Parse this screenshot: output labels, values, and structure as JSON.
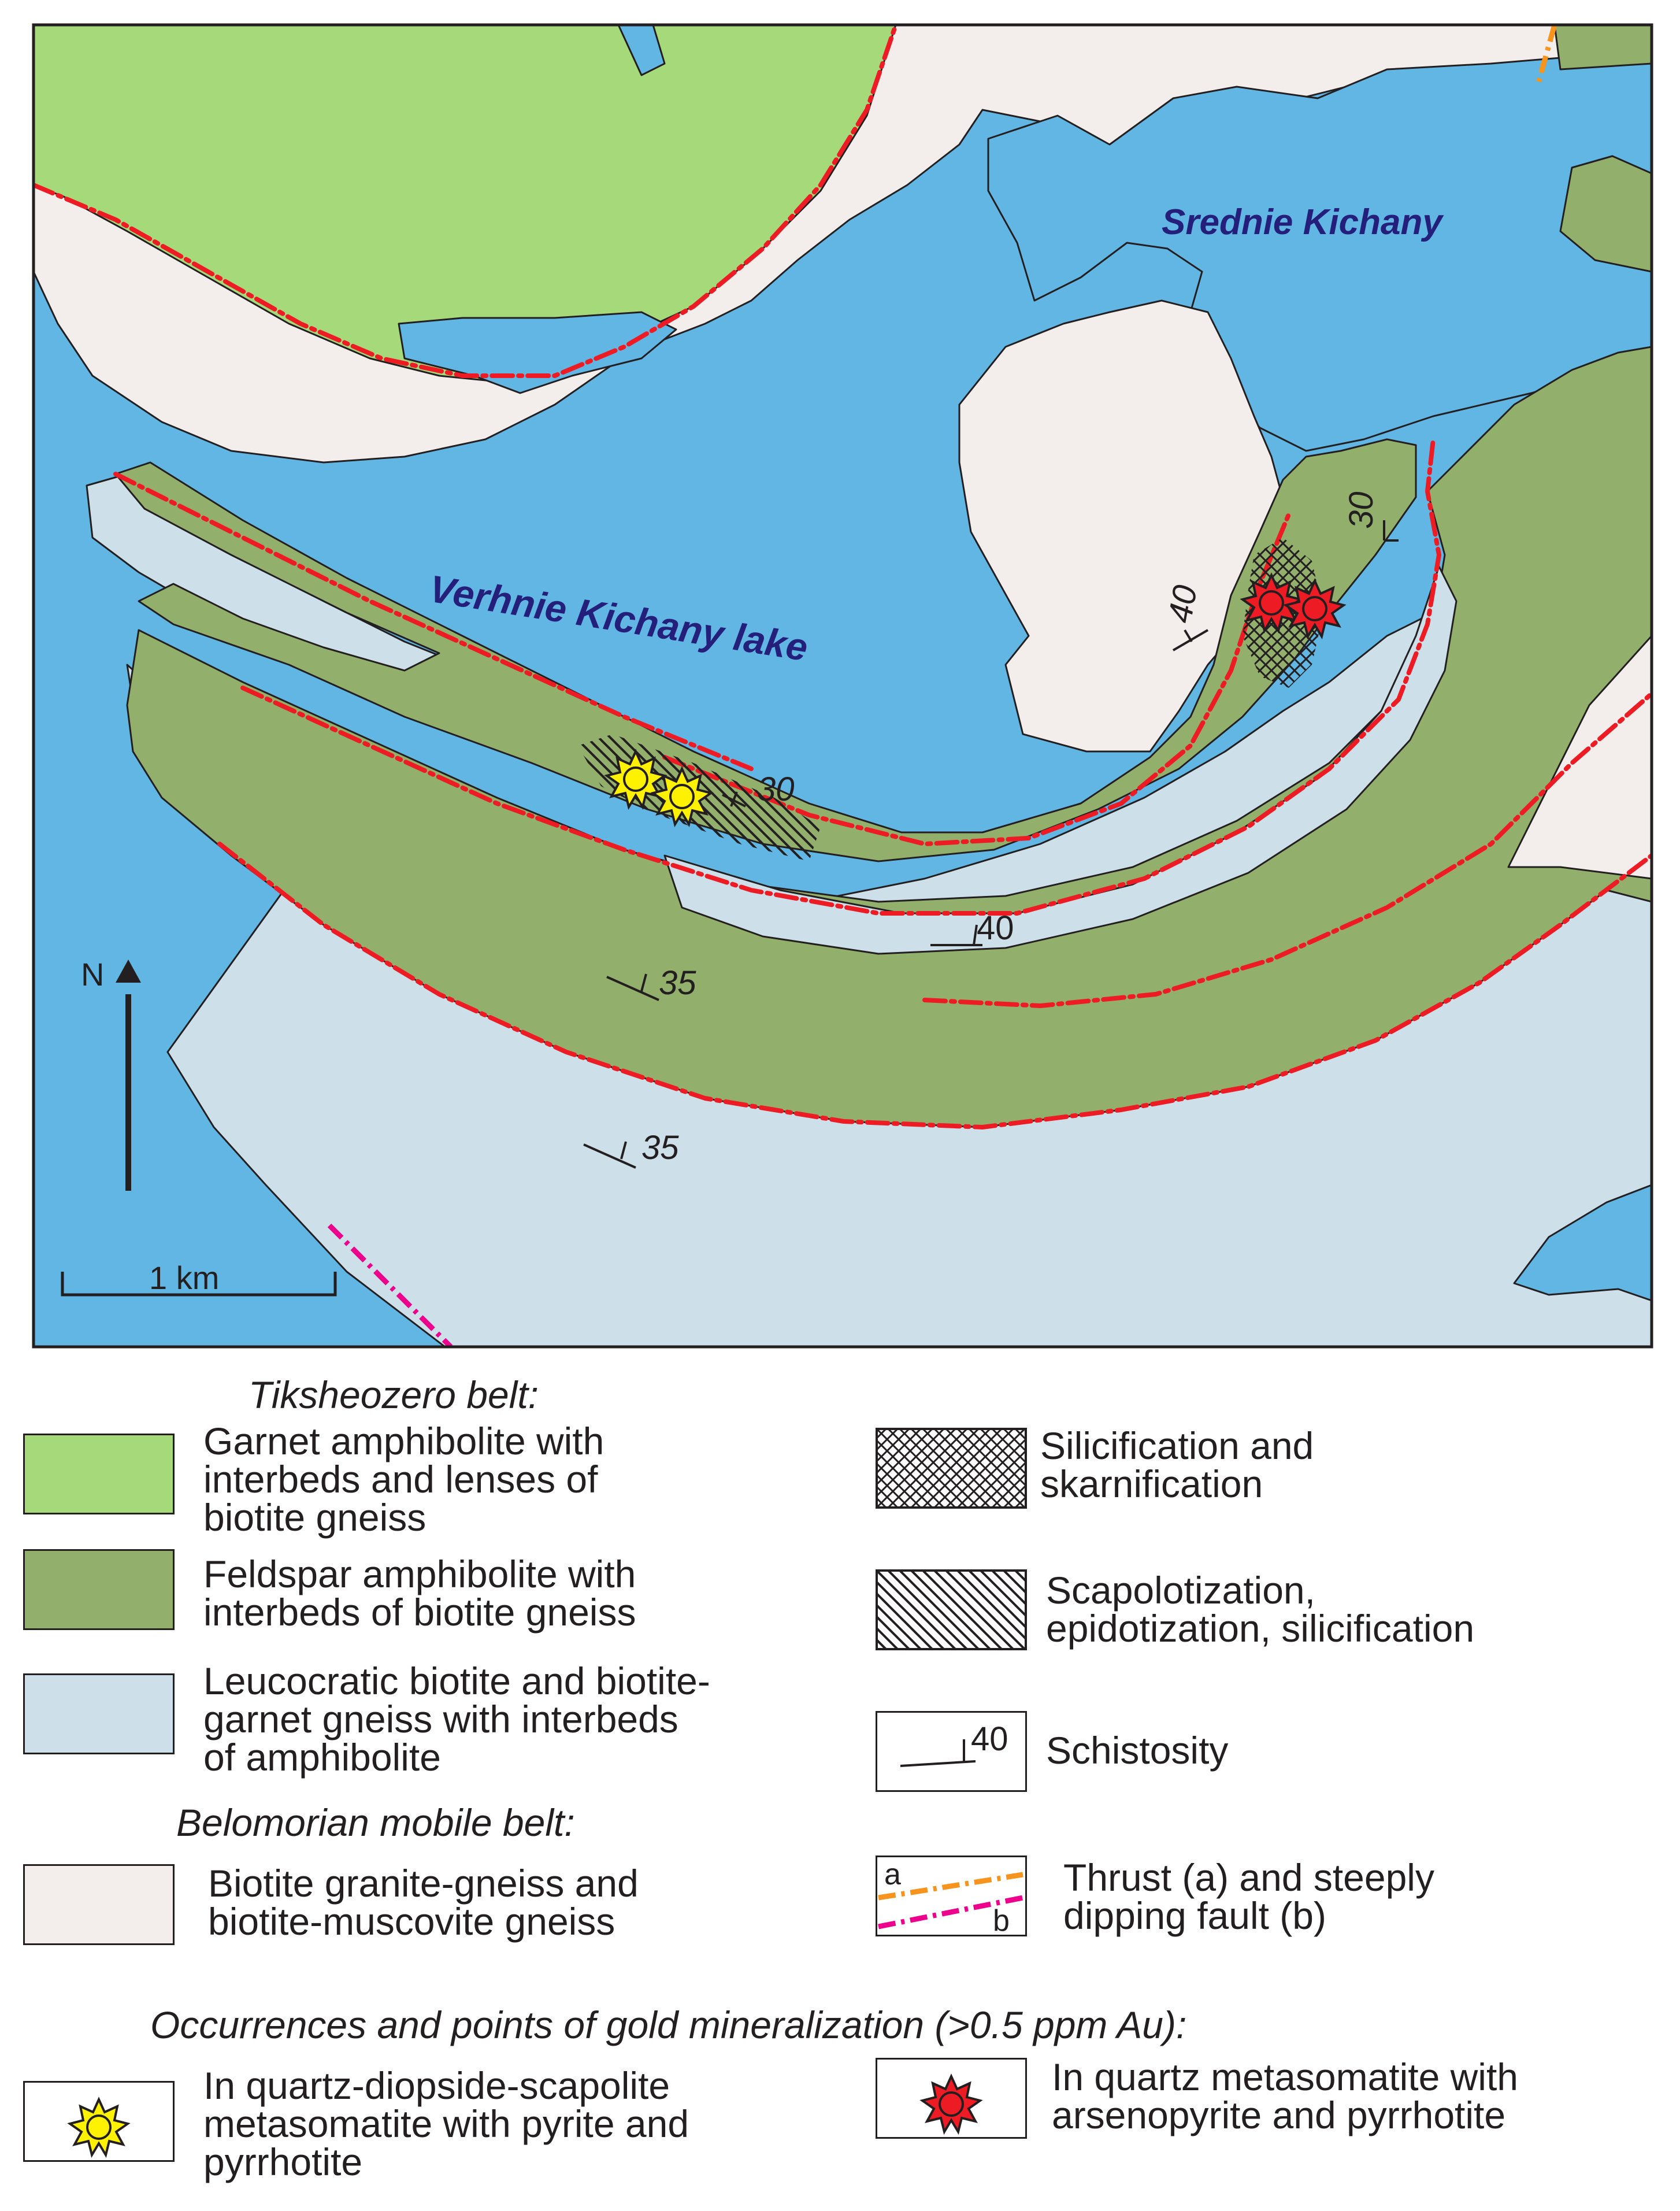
{
  "map": {
    "lake_label": "Verhnie Kichany lake",
    "lake2_label": "Srednie Kichany",
    "north_label": "N",
    "scale_label": "1 km",
    "dips": [
      "30",
      "40",
      "40",
      "30",
      "35",
      "35"
    ]
  },
  "legend": {
    "tikshe_heading": "Tiksheozero belt:",
    "garnet_amph": [
      "Garnet amphibolite with",
      "interbeds and lenses of",
      "biotite gneiss"
    ],
    "feldspar_amph": [
      "Feldspar amphibolite with",
      "interbeds of biotite gneiss"
    ],
    "leucocratic": [
      "Leucocratic biotite and biotite-",
      "garnet gneiss with interbeds",
      "of amphibolite"
    ],
    "belom_heading": "Belomorian mobile belt:",
    "biotite_granite": [
      "Biotite granite-gneiss and",
      "biotite-muscovite gneiss"
    ],
    "silicification": [
      "Silicification and",
      "skarnification"
    ],
    "scapolotization": [
      "Scapolotization,",
      "epidotization, silicification"
    ],
    "schistosity_sample": "40",
    "schistosity": "Schistosity",
    "fault_a": "a",
    "fault_b": "b",
    "thrust": [
      "Thrust (a) and steeply",
      "dipping fault (b)"
    ],
    "gold_heading": "Occurrences and points of gold mineralization (>0.5 ppm Au):",
    "gold_yellow": [
      "In quartz-diopside-scapolite",
      "metasomatite with pyrite and",
      "pyrrhotite"
    ],
    "gold_red": [
      "In quartz metasomatite with",
      "arsenopyrite and pyrrhotite"
    ]
  },
  "colors": {
    "water": "#62b6e4",
    "garnet_amphibolite": "#a6d97a",
    "feldspar_amphibolite": "#92af6c",
    "leucocratic_gneiss": "#cddfe8",
    "granite_gneiss": "#f3eeeb",
    "fault_red": "#ed1c24",
    "thrust_orange": "#f7941d",
    "fault_magenta": "#ec008c"
  }
}
